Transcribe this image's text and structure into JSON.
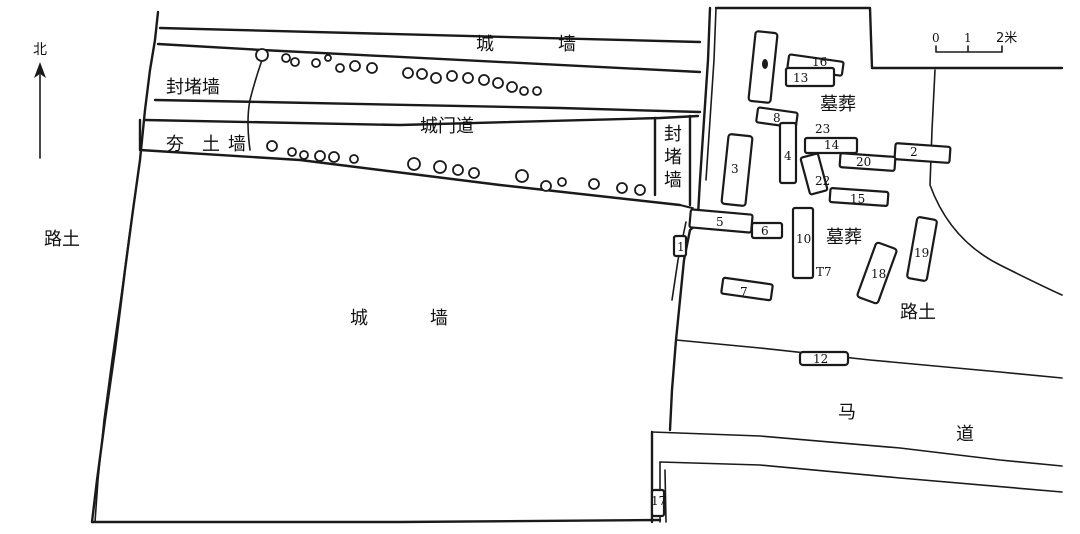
{
  "labels": {
    "north": "北",
    "scale_0": "0",
    "scale_1": "1",
    "scale_2": "2米",
    "wall_top": [
      "城",
      "墙"
    ],
    "wall_main": [
      "城",
      "墙"
    ],
    "block_wall_left": "封堵墙",
    "block_wall_right": [
      "封",
      "堵",
      "墙"
    ],
    "rammed_wall": [
      "夯",
      "土",
      "墙"
    ],
    "gate_road": "城门道",
    "road_left": "路土",
    "road_right": "路土",
    "graves_upper": "墓葬",
    "graves_lower": "墓葬",
    "horse_road": [
      "马",
      "道"
    ],
    "trench": "T7"
  },
  "graves": [
    "16",
    "13",
    "8",
    "23",
    "14",
    "2",
    "20",
    "4",
    "3",
    "22",
    "15",
    "5",
    "6",
    "10",
    "19",
    "18",
    "7",
    "1",
    "12",
    "17"
  ],
  "colors": {
    "ink": "#1a1a1a",
    "paper": "#ffffff"
  }
}
